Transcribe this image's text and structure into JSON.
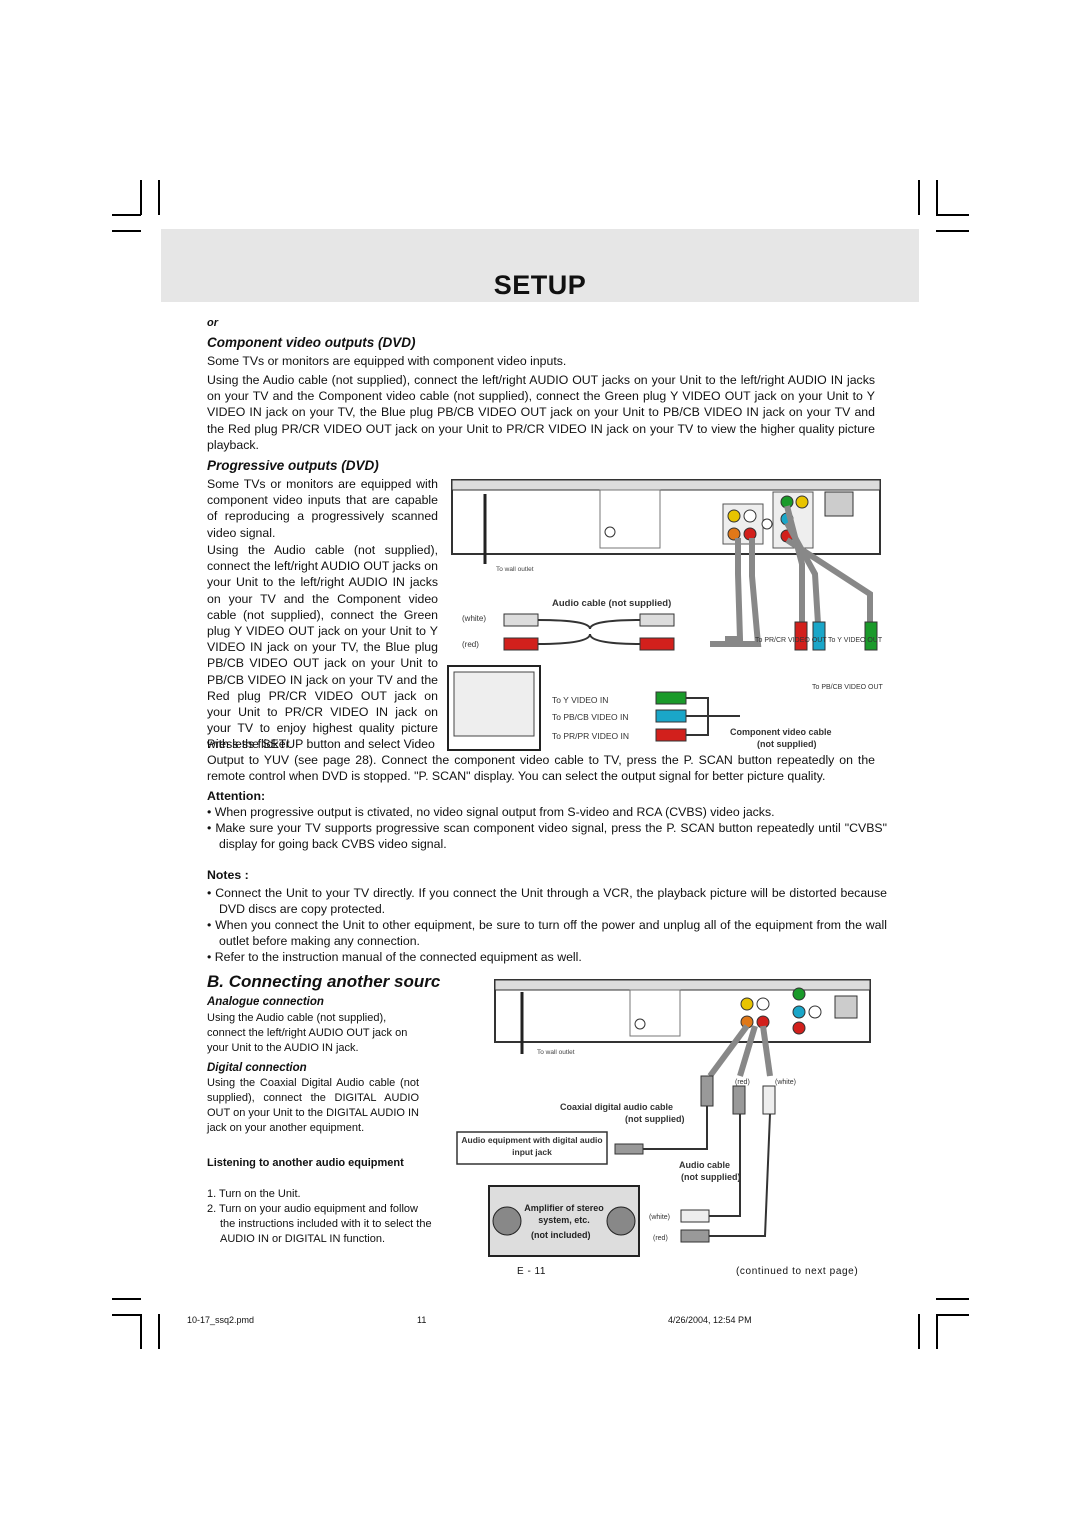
{
  "header": {
    "title": "SETUP"
  },
  "section1": {
    "or_label": "or",
    "heading": "Component video outputs (DVD)",
    "intro": "Some TVs or monitors are equipped with component video inputs.",
    "para": "Using the Audio cable (not supplied), connect the left/right AUDIO OUT jacks on your Unit to the left/right AUDIO IN jacks on your TV and the Component video cable (not supplied), connect the Green plug Y VIDEO OUT jack on your Unit to Y VIDEO IN jack on your TV, the Blue plug PB/CB VIDEO OUT jack on your Unit to PB/CB VIDEO IN jack on your TV and the Red plug PR/CR VIDEO OUT jack on your Unit to PR/CR VIDEO IN jack on your TV to view the higher quality picture playback."
  },
  "section2": {
    "heading": "Progressive outputs (DVD)",
    "para1": "Some TVs or monitors are equipped with component video inputs that are capable of reproducing a progressively scanned video signal.",
    "para2": "Using the Audio cable (not supplied), connect the left/right AUDIO OUT jacks on your Unit to the left/right AUDIO IN jacks on your TV and the Component video cable (not supplied), connect the Green plug Y VIDEO OUT jack on your Unit to Y VIDEO IN jack on your TV, the Blue plug PB/CB VIDEO OUT jack on your Unit to PB/CB VIDEO IN jack on your TV and the Red plug PR/CR VIDEO OUT jack on your Unit to PR/CR VIDEO IN jack on your TV to enjoy highest quality picture with less flicker.",
    "para3_start": "Press the SETUP button and select Video",
    "para3_cont": "Output to YUV (see page 28). Connect the component video cable to TV, press the P. SCAN button repeatedly on the remote control when DVD is stopped. \"P. SCAN\" display. You can select the output signal for better picture quality.",
    "attention_label": "Attention:",
    "attention": [
      "When progressive output is ctivated, no video signal output from S-video and RCA (CVBS) video jacks.",
      "Make sure your TV supports progressive scan component video signal, press the P. SCAN button repeatedly until \"CVBS\" display for going back CVBS video signal."
    ]
  },
  "notes": {
    "label": "Notes :",
    "items": [
      "Connect the Unit to your TV directly. If you connect the Unit through a VCR, the playback picture will be distorted because DVD discs are copy protected.",
      "When you connect the Unit to other equipment, be sure to turn off the power and unplug all of the equipment from the wall outlet before making any connection.",
      "Refer to the instruction manual of the connected equipment as well."
    ]
  },
  "section3": {
    "heading": "B. Connecting another sourc",
    "analogue_heading": "Analogue connection",
    "analogue_text": "Using the Audio cable (not supplied), connect the left/right AUDIO OUT jack on your Unit to the AUDIO IN jack.",
    "digital_heading": "Digital connection",
    "digital_text": "Using the Coaxial Digital Audio cable (not supplied), connect the DIGITAL AUDIO OUT on your Unit to the DIGITAL AUDIO IN jack on your another equipment.",
    "listening_heading": "Listening to another audio equipment",
    "steps": [
      "1. Turn on the Unit.",
      "2. Turn on your audio equipment and follow the instructions included with it to select the AUDIO IN or DIGITAL IN function."
    ]
  },
  "diagram1": {
    "wall_outlet": "To wall outlet",
    "audio_cable": "Audio cable (not supplied)",
    "white": "(white)",
    "red": "(red)",
    "to_pr": "To PR/CR VIDEO OUT",
    "to_y": "To Y VIDEO OUT",
    "to_pb": "To PB/CB VIDEO OUT",
    "to_y_in": "To Y VIDEO IN",
    "to_pb_in": "To PB/CB VIDEO IN",
    "to_pr_in": "To PR/PR VIDEO IN",
    "component_cable": "Component video cable",
    "not_supplied": "(not supplied)"
  },
  "diagram2": {
    "wall_outlet": "To wall outlet",
    "red": "(red)",
    "white": "(white)",
    "coaxial": "Coaxial digital audio cable",
    "not_supplied": "(not supplied)",
    "audio_equipment": "Audio equipment with digital audio input jack",
    "audio_cable": "Audio cable",
    "audio_not_supplied": "(not supplied)",
    "amplifier": "Amplifier of stereo system, etc.",
    "not_included": "(not included)",
    "white2": "(white)",
    "red2": "(red)"
  },
  "footer": {
    "page_number": "E - 11",
    "continued": "(continued to next page)",
    "file": "10-17_ssq2.pmd",
    "sheet": "11",
    "datetime": "4/26/2004, 12:54 PM"
  },
  "colors": {
    "banner": "#e6e6e6",
    "green": "#1a9a2a",
    "blue": "#1aa6c8",
    "red": "#d2201c",
    "yellow": "#e8c400",
    "orange": "#e07818"
  }
}
